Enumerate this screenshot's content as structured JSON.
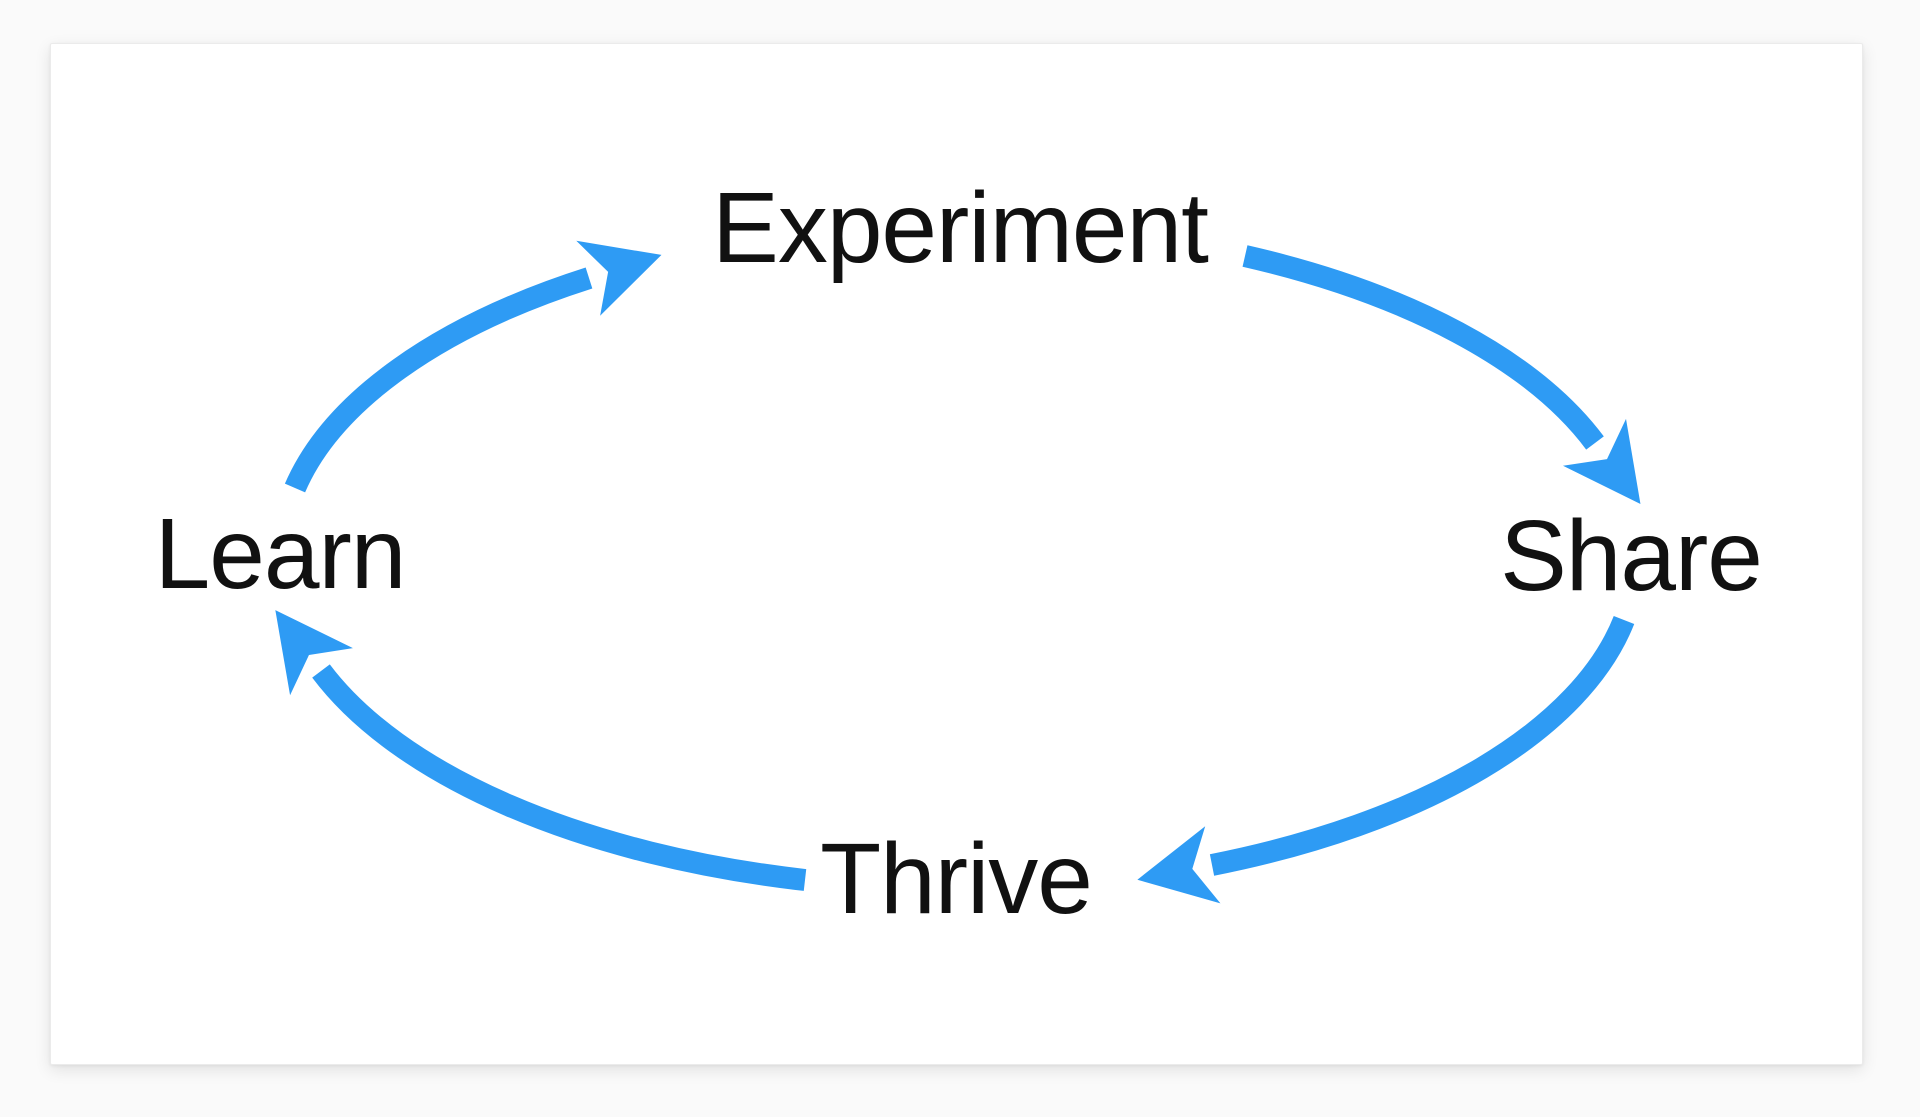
{
  "diagram": {
    "type": "cycle",
    "nodes": [
      {
        "id": "experiment",
        "label": "Experiment"
      },
      {
        "id": "share",
        "label": "Share"
      },
      {
        "id": "thrive",
        "label": "Thrive"
      },
      {
        "id": "learn",
        "label": "Learn"
      }
    ],
    "edges": [
      {
        "from": "learn",
        "to": "experiment"
      },
      {
        "from": "experiment",
        "to": "share"
      },
      {
        "from": "share",
        "to": "thrive"
      },
      {
        "from": "thrive",
        "to": "learn"
      }
    ]
  },
  "colors": {
    "arrow": "#2e9bf4",
    "text": "#111111",
    "card-background": "#ffffff",
    "page-background": "#fafafa"
  }
}
